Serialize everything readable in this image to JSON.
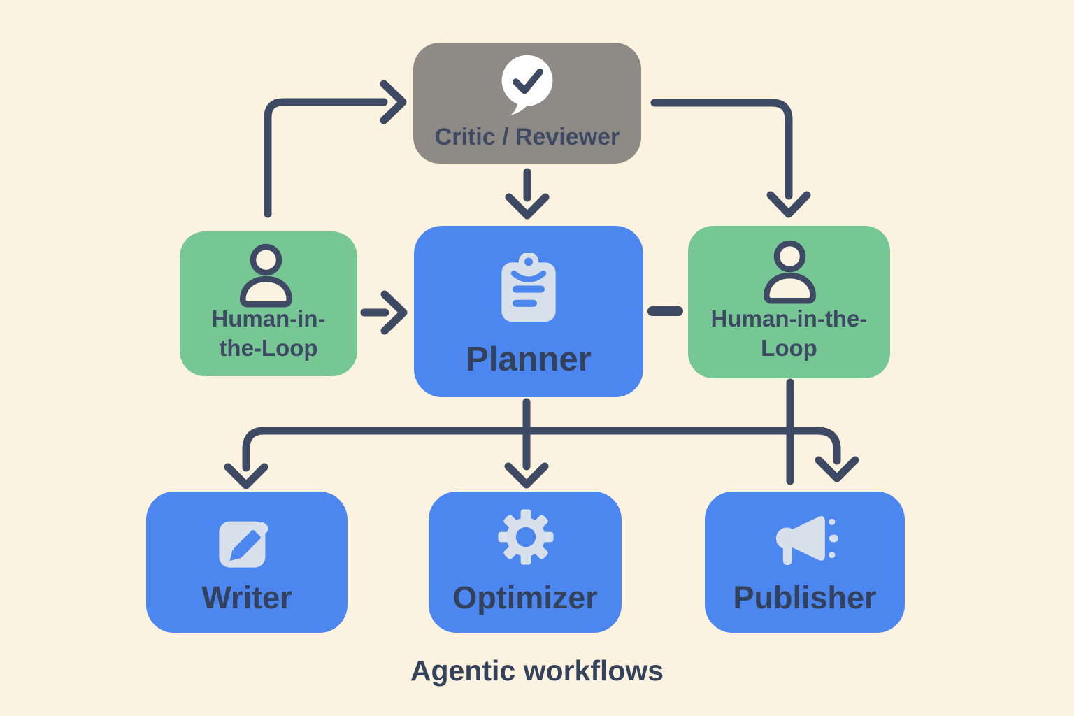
{
  "caption": "Agentic workflows",
  "colors": {
    "background": "#fcf2e0",
    "node_blue": "#4c86ef",
    "node_green": "#77c795",
    "node_gray": "#8e8a85",
    "arrow_navy": "#3e4a63",
    "text_navy": "#33415c",
    "icon_light": "#d8e1eb",
    "bubble_white": "#ffffff"
  },
  "nodes": {
    "critic": {
      "label": "Critic / Reviewer",
      "icon": "speech-bubble-check-icon"
    },
    "hitl_left": {
      "lines": [
        "Human-in-",
        "the-Loop"
      ],
      "icon": "person-icon"
    },
    "planner": {
      "label": "Planner",
      "icon": "clipboard-icon"
    },
    "hitl_right": {
      "lines": [
        "Human-in-the-",
        "Loop"
      ],
      "icon": "person-icon"
    },
    "writer": {
      "label": "Writer",
      "icon": "pencil-square-icon"
    },
    "optimizer": {
      "label": "Optimizer",
      "icon": "gear-icon"
    },
    "publisher": {
      "label": "Publisher",
      "icon": "megaphone-icon"
    }
  },
  "edges": [
    {
      "from": "hitl_left",
      "to": "critic",
      "type": "elbow-arrow"
    },
    {
      "from": "critic",
      "to": "hitl_right",
      "type": "elbow-arrow"
    },
    {
      "from": "critic",
      "to": "planner",
      "type": "arrow"
    },
    {
      "from": "hitl_left",
      "to": "planner",
      "type": "arrow"
    },
    {
      "from": "planner",
      "to": "hitl_right",
      "type": "dash-connector"
    },
    {
      "from": "planner",
      "to": "writer",
      "type": "branch-arrow"
    },
    {
      "from": "planner",
      "to": "optimizer",
      "type": "arrow"
    },
    {
      "from": "planner",
      "to": "publisher",
      "type": "branch-arrow"
    },
    {
      "from": "hitl_right",
      "to": "trunk",
      "type": "line"
    }
  ]
}
